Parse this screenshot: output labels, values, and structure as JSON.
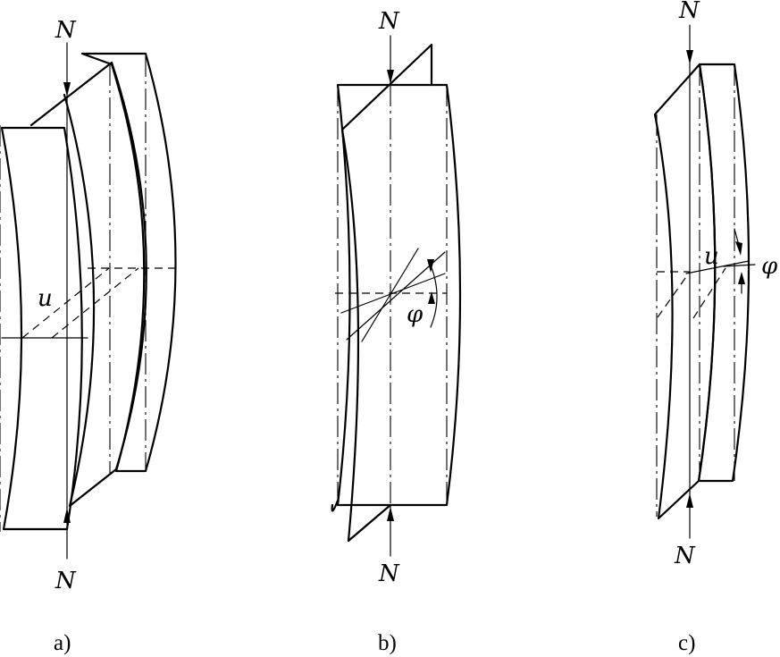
{
  "figures": [
    {
      "caption": "a)",
      "force_label_top": "N",
      "force_label_bottom": "N",
      "deflection_label": "u"
    },
    {
      "caption": "b)",
      "force_label_top": "N",
      "force_label_bottom": "N",
      "rotation_label": "φ"
    },
    {
      "caption": "c)",
      "force_label_top": "N",
      "force_label_bottom": "N",
      "deflection_label": "u",
      "rotation_label": "φ"
    }
  ]
}
